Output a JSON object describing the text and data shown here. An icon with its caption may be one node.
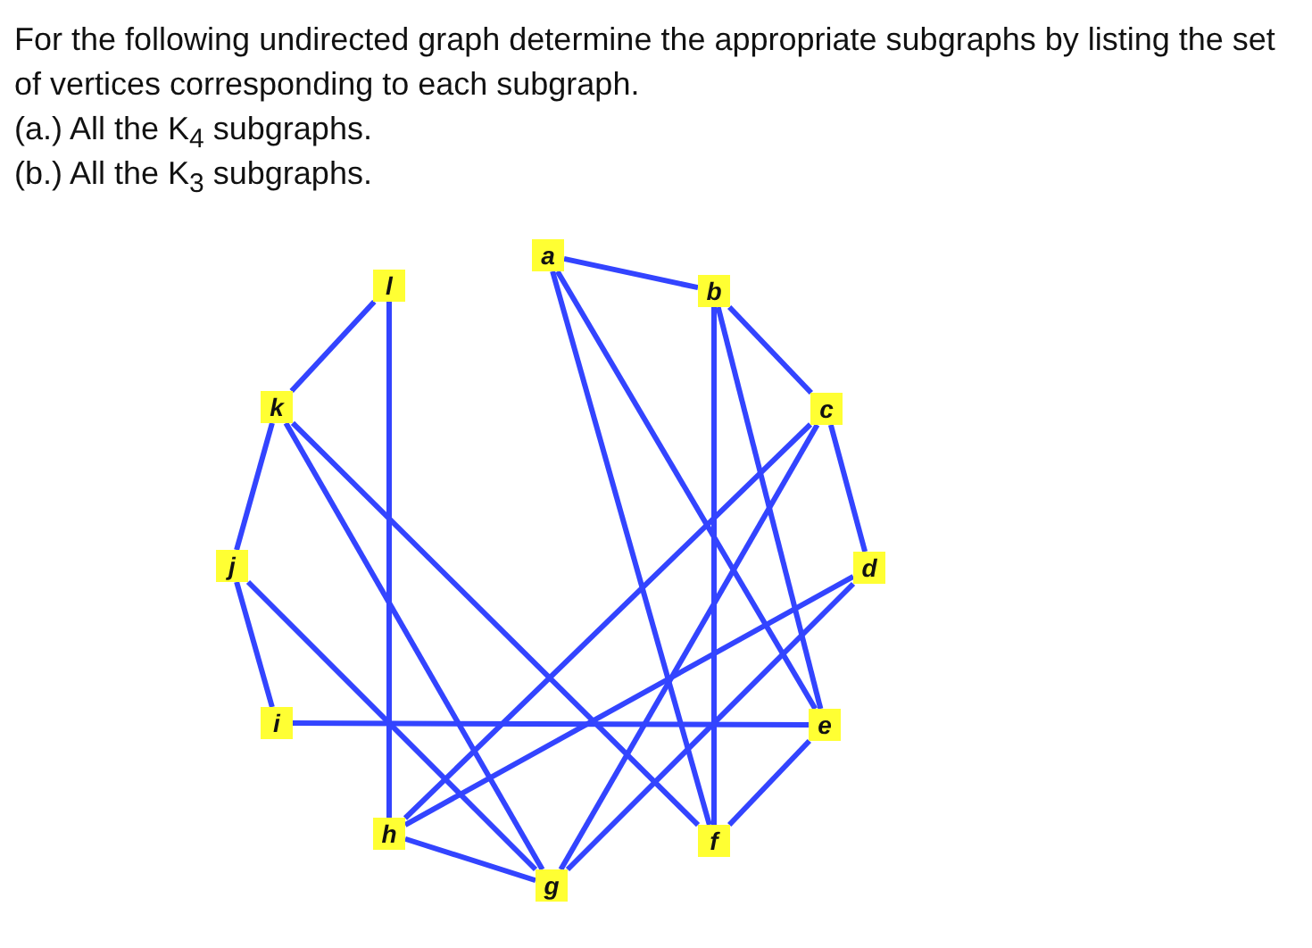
{
  "diagram": {
    "title": "For the following undirected graph determine the appropriate subgraphs by listing the set of vertices corresponding to each subgraph.",
    "labels": [
      "(a.) All the K$_{4}$ subgraphs.",
      "(b.) All the K$_{3}$ subgraphs."
    ],
    "nodes": [
      {
        "text": [
          "a"
        ]
      },
      {
        "text": [
          "b"
        ]
      },
      {
        "text": [
          "c"
        ]
      },
      {
        "text": [
          "d"
        ]
      },
      {
        "text": [
          "e"
        ]
      },
      {
        "text": [
          "f"
        ]
      },
      {
        "text": [
          "g"
        ]
      },
      {
        "text": [
          "h"
        ]
      },
      {
        "text": [
          "i"
        ]
      },
      {
        "text": [
          "j"
        ]
      },
      {
        "text": [
          "k"
        ]
      },
      {
        "text": [
          "l"
        ]
      }
    ],
    "edges": [
      {
        "from": 0,
        "to": 1,
        "arrow": "none"
      },
      {
        "from": 0,
        "to": 5,
        "arrow": "none"
      },
      {
        "from": 0,
        "to": 4,
        "arrow": "none"
      },
      {
        "from": 1,
        "to": 2,
        "arrow": "none"
      },
      {
        "from": 1,
        "to": 5,
        "arrow": "none"
      },
      {
        "from": 1,
        "to": 4,
        "arrow": "none"
      },
      {
        "from": 2,
        "to": 3,
        "arrow": "none"
      },
      {
        "from": 2,
        "to": 7,
        "arrow": "none"
      },
      {
        "from": 2,
        "to": 6,
        "arrow": "none"
      },
      {
        "from": 3,
        "to": 7,
        "arrow": "none"
      },
      {
        "from": 3,
        "to": 6,
        "arrow": "none"
      },
      {
        "from": 4,
        "to": 8,
        "arrow": "none"
      },
      {
        "from": 4,
        "to": 5,
        "arrow": "none"
      },
      {
        "from": 5,
        "to": 10,
        "arrow": "none"
      },
      {
        "from": 6,
        "to": 10,
        "arrow": "none"
      },
      {
        "from": 6,
        "to": 9,
        "arrow": "none"
      },
      {
        "from": 6,
        "to": 7,
        "arrow": "none"
      },
      {
        "from": 7,
        "to": 11,
        "arrow": "none"
      },
      {
        "from": 10,
        "to": 11,
        "arrow": "none"
      },
      {
        "from": 9,
        "to": 10,
        "arrow": "none"
      },
      {
        "from": 8,
        "to": 9,
        "arrow": "none"
      }
    ]
  }
}
